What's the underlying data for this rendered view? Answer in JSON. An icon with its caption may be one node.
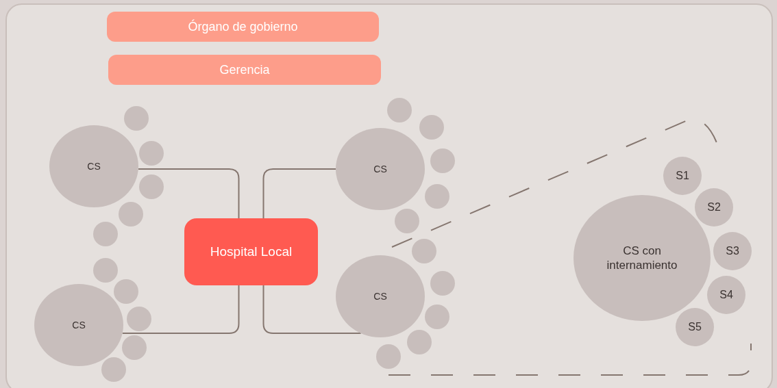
{
  "diagram": {
    "nodes": [
      {
        "text": [
          "Órgano de gobierno"
        ]
      },
      {
        "text": [
          "Gerencia"
        ]
      },
      {
        "text": [
          "CS"
        ]
      },
      {
        "text": [
          "CS"
        ]
      },
      {
        "text": [
          "Hospital Local"
        ]
      },
      {
        "text": [
          "CS"
        ]
      },
      {
        "text": [
          "CS"
        ]
      },
      {
        "text": [
          "CS con internamiento"
        ]
      },
      {
        "text": [
          "S1"
        ]
      },
      {
        "text": [
          "S2"
        ]
      },
      {
        "text": [
          "S3"
        ]
      },
      {
        "text": [
          "S4"
        ]
      },
      {
        "text": [
          "S5"
        ]
      },
      {
        "text": [],
        "shape": "circle"
      },
      {
        "text": [],
        "shape": "circle"
      },
      {
        "text": [],
        "shape": "circle"
      },
      {
        "text": [],
        "shape": "circle"
      },
      {
        "text": [],
        "shape": "circle"
      },
      {
        "text": [],
        "shape": "circle"
      },
      {
        "text": [],
        "shape": "circle"
      },
      {
        "text": [],
        "shape": "circle"
      },
      {
        "text": [],
        "shape": "circle"
      },
      {
        "text": [],
        "shape": "circle"
      },
      {
        "text": [],
        "shape": "circle"
      },
      {
        "text": [],
        "shape": "circle"
      },
      {
        "text": [],
        "shape": "circle"
      },
      {
        "text": [],
        "shape": "circle"
      },
      {
        "text": [],
        "shape": "circle"
      },
      {
        "text": [],
        "shape": "circle"
      },
      {
        "text": [],
        "shape": "circle"
      },
      {
        "text": [],
        "shape": "circle"
      },
      {
        "text": [],
        "shape": "circle"
      },
      {
        "text": [],
        "shape": "circle"
      }
    ],
    "edges": [
      {
        "from": 2,
        "to": 4,
        "arrow": "none"
      },
      {
        "from": 3,
        "to": 4,
        "arrow": "none"
      },
      {
        "from": 5,
        "to": 4,
        "arrow": "none"
      },
      {
        "from": 6,
        "to": 4,
        "arrow": "none"
      }
    ]
  }
}
